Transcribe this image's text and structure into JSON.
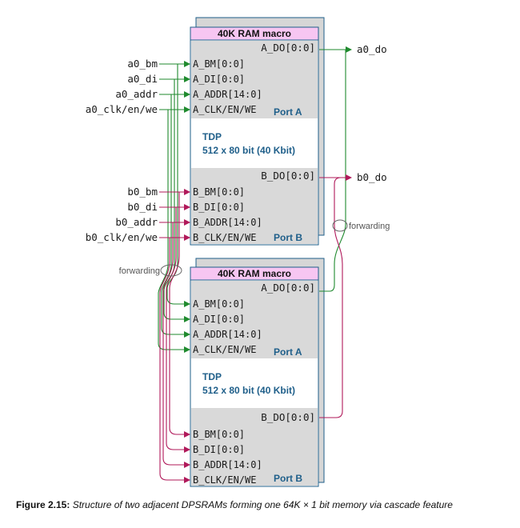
{
  "macros": [
    {
      "title": "40K RAM macro",
      "port_a": {
        "pins": [
          "A_BM[0:0]",
          "A_DI[0:0]",
          "A_ADDR[14:0]",
          "A_CLK/EN/WE"
        ],
        "out": "A_DO[0:0]",
        "label": "Port A"
      },
      "port_b": {
        "pins": [
          "B_BM[0:0]",
          "B_DI[0:0]",
          "B_ADDR[14:0]",
          "B_CLK/EN/WE"
        ],
        "out": "B_DO[0:0]",
        "label": "Port B"
      },
      "mode": "TDP",
      "size": "512 x 80 bit (40 Kbit)"
    },
    {
      "title": "40K RAM macro",
      "port_a": {
        "pins": [
          "A_BM[0:0]",
          "A_DI[0:0]",
          "A_ADDR[14:0]",
          "A_CLK/EN/WE"
        ],
        "out": "A_DO[0:0]",
        "label": "Port A"
      },
      "port_b": {
        "pins": [
          "B_BM[0:0]",
          "B_DI[0:0]",
          "B_ADDR[14:0]",
          "B_CLK/EN/WE"
        ],
        "out": "B_DO[0:0]",
        "label": "Port B"
      },
      "mode": "TDP",
      "size": "512 x 80 bit (40 Kbit)"
    }
  ],
  "signals": {
    "a_in": [
      "a0_bm",
      "a0_di",
      "a0_addr",
      "a0_clk/en/we"
    ],
    "b_in": [
      "b0_bm",
      "b0_di",
      "b0_addr",
      "b0_clk/en/we"
    ],
    "a_out": "a0_do",
    "b_out": "b0_do"
  },
  "forwarding_label": "forwarding",
  "colors": {
    "port_a_wires": "#1f8a2e",
    "port_b_wires": "#b0195a",
    "header_fill": "#f7c6f2",
    "body_fill": "#d9d9d9",
    "port_label": "#1f5f8a"
  },
  "caption": {
    "label": "Figure 2.15:",
    "text": "Structure of two adjacent DPSRAMs forming one 64K × 1 bit memory via cascade feature"
  }
}
